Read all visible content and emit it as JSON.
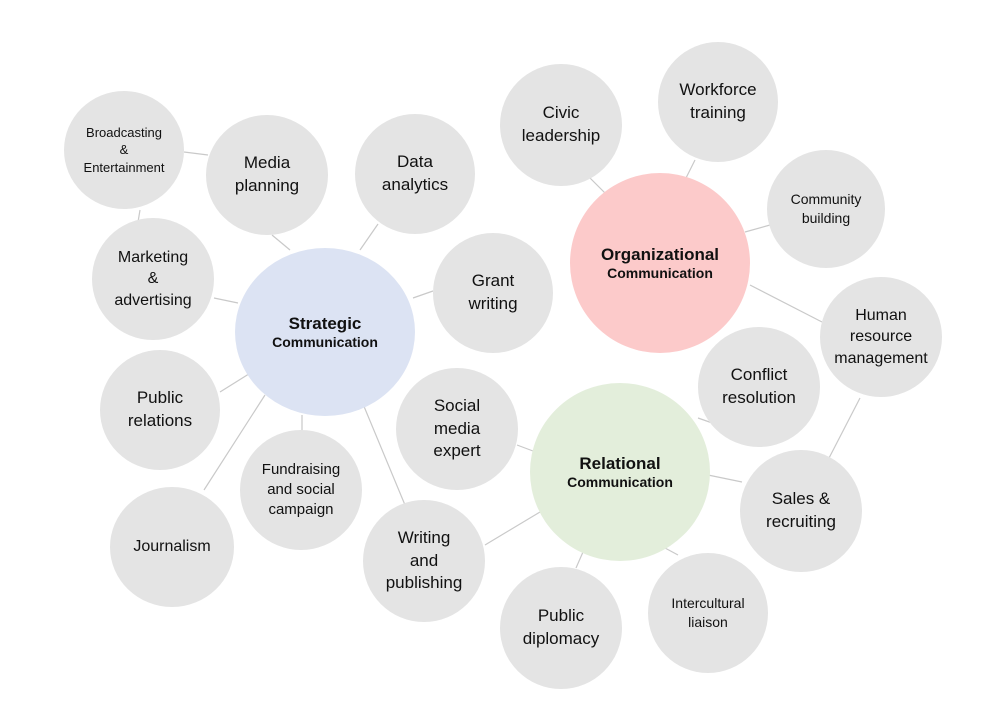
{
  "diagram": {
    "hubs": {
      "strategic": {
        "line1": "Strategic",
        "line2": "Communication",
        "color": "#dce3f3"
      },
      "organizational": {
        "line1": "Organizational",
        "line2": "Communication",
        "color": "#fccaca"
      },
      "relational": {
        "line1": "Relational",
        "line2": "Communication",
        "color": "#e3eedb"
      }
    },
    "nodes": {
      "broadcasting": "Broadcasting\n&\nEntertainment",
      "media_planning": "Media\nplanning",
      "data_analytics": "Data\nanalytics",
      "marketing": "Marketing\n&\nadvertising",
      "grant_writing": "Grant\nwriting",
      "public_relations": "Public\nrelations",
      "social_media": "Social\nmedia\nexpert",
      "fundraising": "Fundraising\nand social\ncampaign",
      "journalism": "Journalism",
      "writing_publishing": "Writing\nand\npublishing",
      "civic_leadership": "Civic\nleadership",
      "workforce_training": "Workforce\ntraining",
      "community_building": "Community\nbuilding",
      "human_resource": "Human\nresource\nmanagement",
      "conflict_resolution": "Conflict\nresolution",
      "sales_recruiting": "Sales &\nrecruiting",
      "public_diplomacy": "Public\ndiplomacy",
      "intercultural_liaison": "Intercultural\nliaison"
    },
    "colors": {
      "node_fill": "#e4e4e4",
      "connector": "#c9c9c9"
    }
  }
}
